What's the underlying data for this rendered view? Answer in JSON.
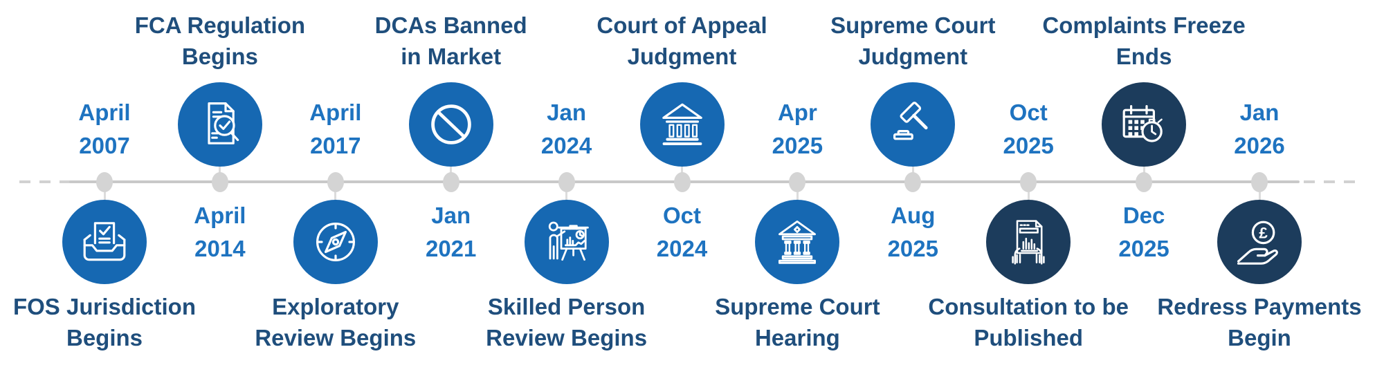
{
  "colors": {
    "circle_blue": "#1668B2",
    "circle_navy": "#1C3C5C",
    "date_text": "#1E73C0",
    "label_text": "#1F4E7C",
    "line": "#C9C9C9",
    "dot": "#D4D4D4"
  },
  "timeline": {
    "events": [
      {
        "date_lines": [
          "April",
          "2007"
        ],
        "label_lines": [
          "FOS Jurisdiction",
          "Begins"
        ],
        "icon": "inbox-check-icon",
        "icon_position": "below",
        "theme": "blue"
      },
      {
        "date_lines": [
          "April",
          "2014"
        ],
        "label_lines": [
          "FCA Regulation",
          "Begins"
        ],
        "icon": "doc-magnifier-icon",
        "icon_position": "above",
        "theme": "blue"
      },
      {
        "date_lines": [
          "April",
          "2017"
        ],
        "label_lines": [
          "Exploratory",
          "Review Begins"
        ],
        "icon": "compass-icon",
        "icon_position": "below",
        "theme": "blue"
      },
      {
        "date_lines": [
          "Jan",
          "2021"
        ],
        "label_lines": [
          "DCAs Banned",
          "in Market"
        ],
        "icon": "ban-icon",
        "icon_position": "above",
        "theme": "blue"
      },
      {
        "date_lines": [
          "Jan",
          "2024"
        ],
        "label_lines": [
          "Skilled Person",
          "Review Begins"
        ],
        "icon": "presentation-icon",
        "icon_position": "below",
        "theme": "blue"
      },
      {
        "date_lines": [
          "Oct",
          "2024"
        ],
        "label_lines": [
          "Court of Appeal",
          "Judgment"
        ],
        "icon": "courthouse-icon",
        "icon_position": "above",
        "theme": "blue"
      },
      {
        "date_lines": [
          "Apr",
          "2025"
        ],
        "label_lines": [
          "Supreme Court",
          "Hearing"
        ],
        "icon": "courthouse-columns-icon",
        "icon_position": "below",
        "theme": "blue"
      },
      {
        "date_lines": [
          "Aug",
          "2025"
        ],
        "label_lines": [
          "Supreme Court",
          "Judgment"
        ],
        "icon": "gavel-icon",
        "icon_position": "above",
        "theme": "blue"
      },
      {
        "date_lines": [
          "Oct",
          "2025"
        ],
        "label_lines": [
          "Consultation to be",
          "Published"
        ],
        "icon": "hands-report-icon",
        "icon_position": "below",
        "theme": "navy"
      },
      {
        "date_lines": [
          "Dec",
          "2025"
        ],
        "label_lines": [
          "Complaints Freeze",
          "Ends"
        ],
        "icon": "calendar-stopwatch-icon",
        "icon_position": "above",
        "theme": "navy"
      },
      {
        "date_lines": [
          "Jan",
          "2026"
        ],
        "label_lines": [
          "Redress Payments",
          "Begin"
        ],
        "icon": "hand-pound-icon",
        "icon_position": "below",
        "theme": "navy"
      }
    ]
  }
}
